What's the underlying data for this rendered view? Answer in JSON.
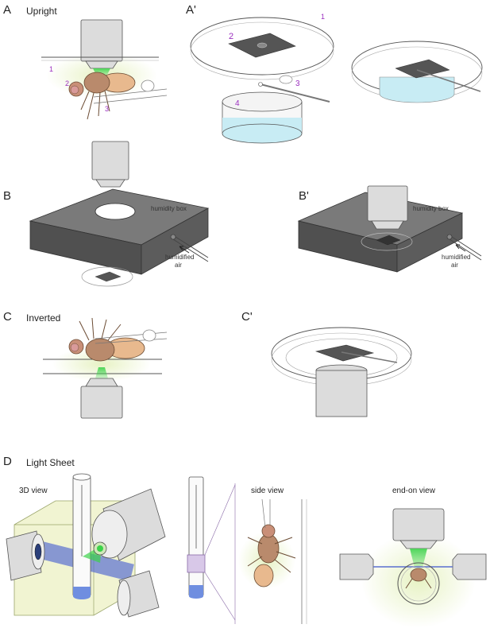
{
  "panels": {
    "A": {
      "letter": "A",
      "title": "Upright",
      "numbers": [
        "1",
        "2",
        "3"
      ]
    },
    "A_prime": {
      "letter": "A'",
      "numbers": [
        "1",
        "2",
        "3",
        "4"
      ]
    },
    "B": {
      "letter": "B",
      "box_label": "humidity box",
      "air_label_1": "humidified",
      "air_label_2": "air"
    },
    "B_prime": {
      "letter": "B'",
      "box_label": "humidity box",
      "air_label_1": "humidified",
      "air_label_2": "air"
    },
    "C": {
      "letter": "C",
      "title": "Inverted"
    },
    "C_prime": {
      "letter": "C'"
    },
    "D": {
      "letter": "D",
      "title": "Light Sheet",
      "view_3d": "3D view",
      "side_view": "side view",
      "end_on_view": "end-on view"
    }
  },
  "colors": {
    "objective": "#dcdcdc",
    "box_top": "#7a7a7a",
    "box_front": "#505050",
    "water": "#c8ecf4",
    "label_numbers": "#9b2fbf",
    "light_green": "#3cd24a",
    "light_sheet": "#5a6fd0",
    "fly_body": "#b98a6c",
    "cube_tint": "#f1f4d2"
  }
}
